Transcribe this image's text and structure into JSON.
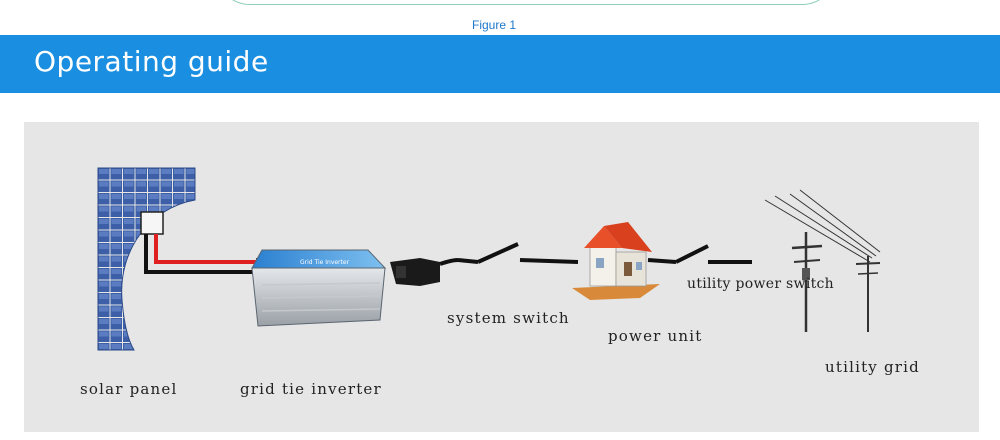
{
  "figure_caption": "Figure 1",
  "section": {
    "title": "Operating guide"
  },
  "diagram": {
    "labels": {
      "solar_panel": "solar panel",
      "grid_tie_inverter": "grid tie inverter",
      "system_switch": "system switch",
      "power_unit": "power unit",
      "utility_power_switch": "utility power switch",
      "utility_grid": "utility grid"
    },
    "inverter_label": "Grid Tie Inverter",
    "colors": {
      "banner": "#1a8ee0",
      "panel_background": "#e6e6e6",
      "solar_cell": "#3c5fa8",
      "positive_wire": "#e02020",
      "negative_wire": "#111111",
      "roof": "#e8502a",
      "caption": "#1f77c9"
    }
  }
}
